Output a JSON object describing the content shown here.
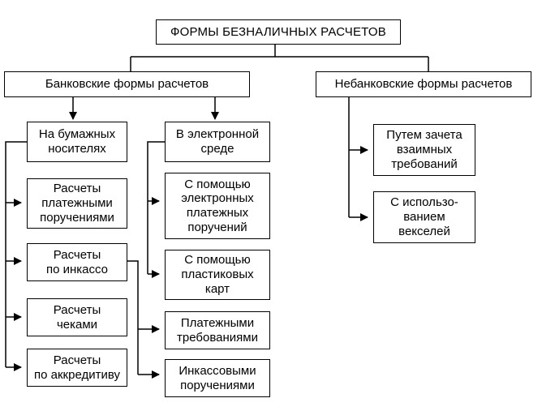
{
  "diagram": {
    "root": "ФОРМЫ БЕЗНАЛИЧНЫХ РАСЧЕТОВ",
    "bank": "Банковские формы расчетов",
    "nonbank": "Небанковские формы расчетов",
    "paper": "На бумажных\nносителях",
    "electronic": "В электронной\nсреде",
    "paper_items": {
      "orders": "Расчеты\nплатежными\nпоручениями",
      "collection": "Расчеты\nпо инкассо",
      "cheques": "Расчеты\nчеками",
      "credit": "Расчеты\nпо аккредитиву"
    },
    "electronic_items": {
      "e_orders": "С помощью\nэлектронных\nплатежных\nпоручений",
      "cards": "С помощью\nпластиковых\nкарт"
    },
    "collection_items": {
      "claims": "Платежными\nтребованиями",
      "inkasso_orders": "Инкассовыми\nпоручениями"
    },
    "nonbank_items": {
      "offset": "Путем зачета\nвзаимных\nтребований",
      "bills": "С использо-\nванием\nвекселей"
    }
  }
}
